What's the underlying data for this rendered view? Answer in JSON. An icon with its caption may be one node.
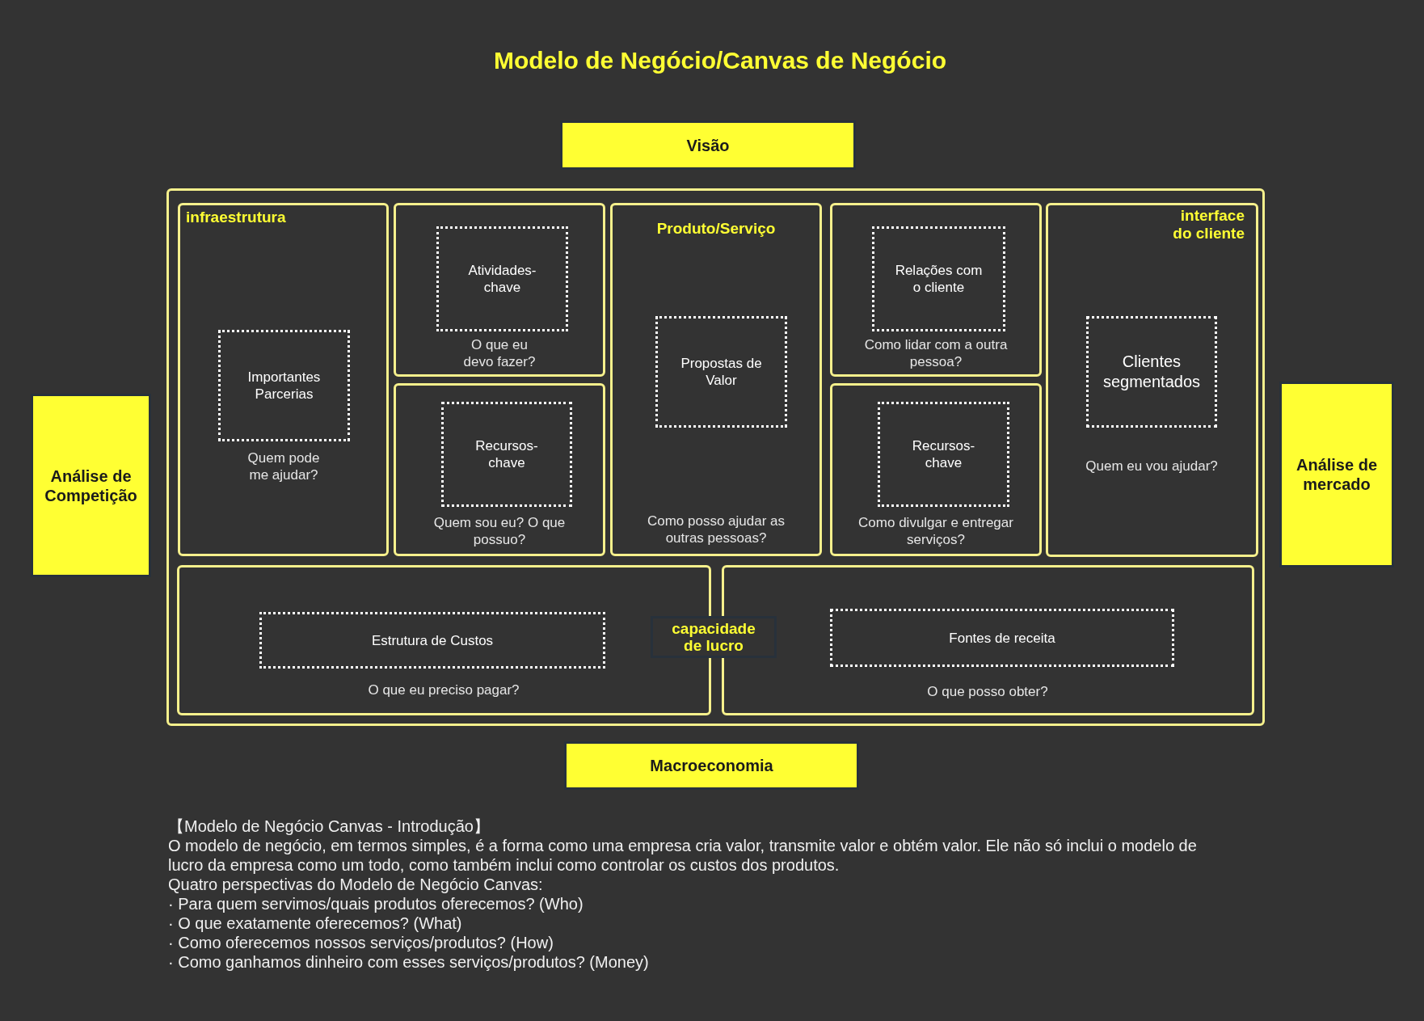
{
  "diagram": {
    "title": "Modelo de Negócio/Canvas de Negócio",
    "nodes": [
      {
        "text": [
          "Visão"
        ]
      },
      {
        "text": [
          "Análise de Competição"
        ]
      },
      {
        "text": [],
        "shape": "box"
      },
      {
        "text": [
          "infraestrutura",
          "Quem pode me ajudar?"
        ],
        "in": 2
      },
      {
        "text": [
          "Importantes Parcerias"
        ],
        "in": 3
      },
      {
        "text": [
          "O que eu devo fazer?"
        ],
        "in": 2
      },
      {
        "text": [
          "Atividades-chave"
        ],
        "in": 5
      },
      {
        "text": [
          "Quem sou eu? O que possuo?"
        ],
        "in": 2
      },
      {
        "text": [
          "Recursos-chave"
        ],
        "in": 7
      },
      {
        "text": [
          "Produto/Serviço",
          "Como posso ajudar as outras pessoas?"
        ],
        "in": 2
      },
      {
        "text": [
          "Propostas de Valor"
        ],
        "in": 9
      },
      {
        "text": [
          "Como lidar com a outra pessoa?"
        ],
        "in": 2
      },
      {
        "text": [
          "Relações com o cliente"
        ],
        "in": 11
      },
      {
        "text": [
          "Como divulgar e entregar serviços?"
        ],
        "in": 2
      },
      {
        "text": [
          "Recursos-chave"
        ],
        "in": 13
      },
      {
        "text": [
          "interface do cliente",
          "Quem eu vou ajudar?"
        ],
        "in": 2
      },
      {
        "text": [
          "Clientes segmentados"
        ],
        "in": 15
      },
      {
        "text": [
          "O que eu preciso pagar?"
        ],
        "in": 2
      },
      {
        "text": [
          "Estrutura de Custos"
        ],
        "in": 17
      },
      {
        "text": [
          "capacidade de lucro"
        ],
        "in": 2
      },
      {
        "text": [
          "O que posso obter?"
        ],
        "in": 2
      },
      {
        "text": [
          "Fontes de receita"
        ],
        "in": 20
      },
      {
        "text": [
          "Análise de mercado"
        ]
      },
      {
        "text": [
          "Macroeconomia"
        ]
      }
    ],
    "labels": [
      "【Modelo de Negócio Canvas - Introdução】",
      "O modelo de negócio, em termos simples, é a forma como uma empresa cria valor, transmite valor e obtém valor. Ele não só inclui o modelo de lucro da empresa como um todo, como também inclui como controlar os custos dos produtos.",
      "Quatro perspectivas do Modelo de Negócio Canvas:",
      "· Para quem servimos/quais produtos oferecemos? (Who)",
      "· O que exatamente oferecemos? (What)",
      "· Como oferecemos nossos serviços/produtos? (How)",
      "· Como ganhamos dinheiro com esses serviços/produtos? (Money)"
    ]
  }
}
